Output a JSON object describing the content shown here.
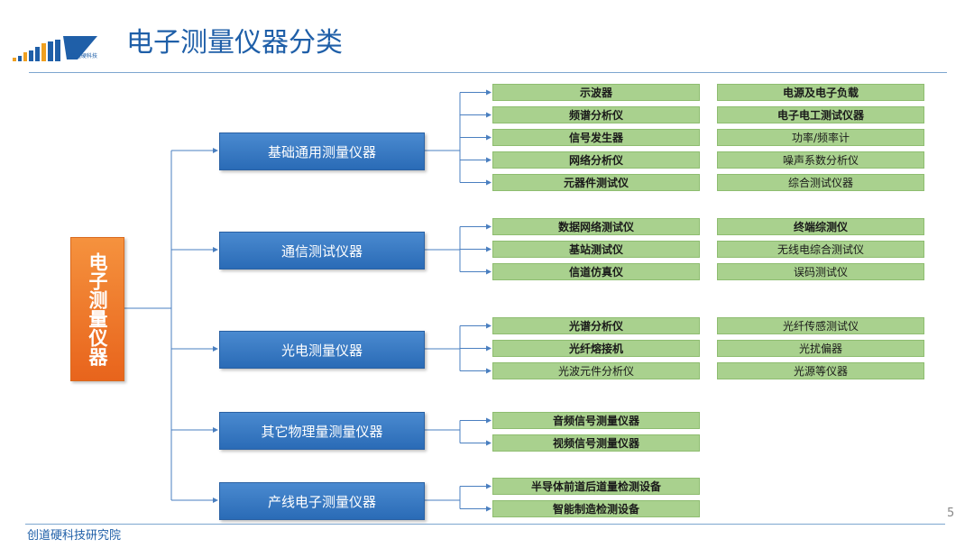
{
  "title": "电子测量仪器分类",
  "root": "电子测量仪器",
  "footer": "创道硬科技研究院",
  "page_number": "5",
  "logo_text": "创道硬科技",
  "categories": [
    {
      "label": "基础通用测量仪器",
      "col1": [
        [
          "示波器",
          true
        ],
        [
          "频谱分析仪",
          true
        ],
        [
          "信号发生器",
          true
        ],
        [
          "网络分析仪",
          true
        ],
        [
          "元器件测试仪",
          true
        ]
      ],
      "col2": [
        [
          "电源及电子负载",
          true
        ],
        [
          "电子电工测试仪器",
          true
        ],
        [
          "功率/频率计",
          false
        ],
        [
          "噪声系数分析仪",
          false
        ],
        [
          "综合测试仪器",
          false
        ]
      ]
    },
    {
      "label": "通信测试仪器",
      "col1": [
        [
          "数据网络测试仪",
          true
        ],
        [
          "基站测试仪",
          true
        ],
        [
          "信道仿真仪",
          true
        ]
      ],
      "col2": [
        [
          "终端综测仪",
          true
        ],
        [
          "无线电综合测试仪",
          false
        ],
        [
          "误码测试仪",
          false
        ]
      ]
    },
    {
      "label": "光电测量仪器",
      "col1": [
        [
          "光谱分析仪",
          true
        ],
        [
          "光纤熔接机",
          true
        ],
        [
          "光波元件分析仪",
          false
        ]
      ],
      "col2": [
        [
          "光纤传感测试仪",
          false
        ],
        [
          "光扰偏器",
          false
        ],
        [
          "光源等仪器",
          false
        ]
      ]
    },
    {
      "label": "其它物理量测量仪器",
      "col1": [
        [
          "音频信号测量仪器",
          true
        ],
        [
          "视频信号测量仪器",
          true
        ]
      ],
      "col2": []
    },
    {
      "label": "产线电子测量仪器",
      "col1": [
        [
          "半导体前道后道量检测设备",
          true
        ],
        [
          "智能制造检测设备",
          true
        ]
      ],
      "col2": []
    }
  ],
  "colors": {
    "title": "#1f5fa8",
    "root": "#ee7a2e",
    "category": "#3a7bc4",
    "leaf": "#a9d18e",
    "line": "#4a7fc0"
  }
}
